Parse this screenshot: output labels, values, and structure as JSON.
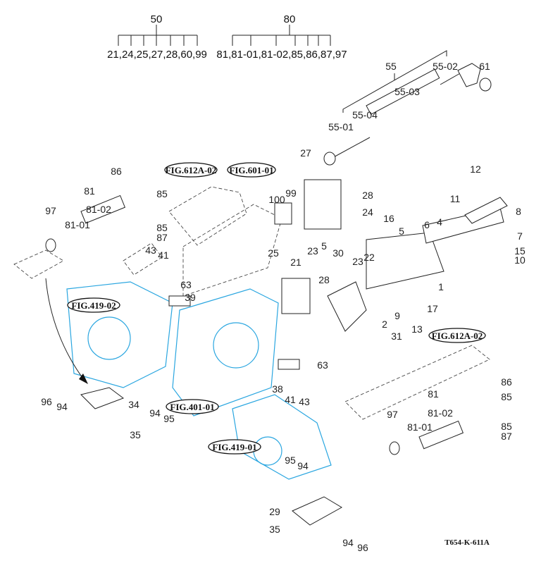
{
  "header_groups": [
    {
      "number": "50",
      "members": "21,24,25,27,28,60,99"
    },
    {
      "number": "80",
      "members": "81,81-01,81-02,85,86,87,97"
    }
  ],
  "figure_refs": [
    "FIG.612A-02",
    "FIG.601-01",
    "FIG.419-02",
    "FIG.401-01",
    "FIG.419-01",
    "FIG.612A-02"
  ],
  "callouts": [
    "55",
    "55-02",
    "61",
    "55-03",
    "55-04",
    "55-01",
    "27",
    "12",
    "86",
    "85",
    "81",
    "81-02",
    "97",
    "81-01",
    "85",
    "87",
    "100",
    "99",
    "28",
    "24",
    "11",
    "8",
    "16",
    "5",
    "6",
    "4",
    "7",
    "5",
    "23",
    "43",
    "41",
    "25",
    "21",
    "30",
    "23",
    "22",
    "15",
    "10",
    "28",
    "1",
    "63",
    "39",
    "17",
    "9",
    "2",
    "13",
    "31",
    "63",
    "38",
    "41",
    "43",
    "86",
    "85",
    "96",
    "94",
    "34",
    "81",
    "81-02",
    "97",
    "81-01",
    "85",
    "87",
    "94",
    "95",
    "35",
    "95",
    "94",
    "29",
    "35",
    "94",
    "96"
  ],
  "drawing_code": "T654-K-611A",
  "colors": {
    "housing_outline": "#2aa6e0",
    "line_art": "#222222"
  }
}
